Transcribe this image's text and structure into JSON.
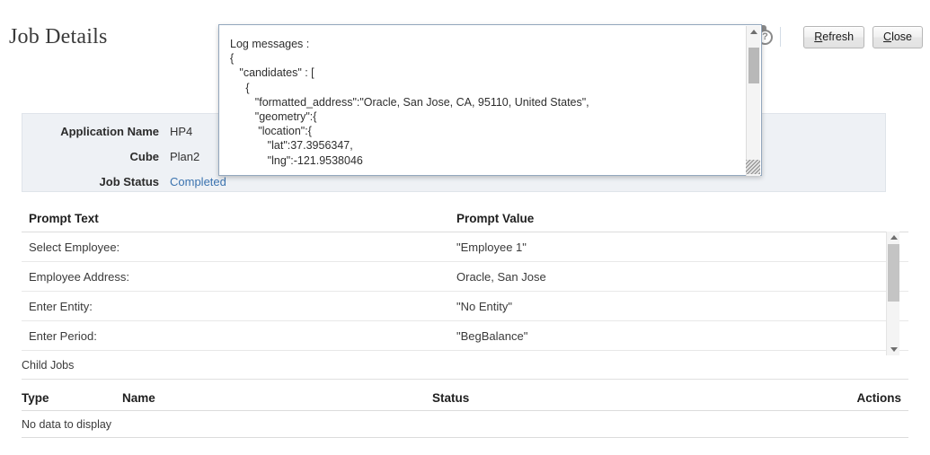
{
  "page": {
    "title": "Job Details"
  },
  "toolbar": {
    "refresh_label": "Refresh",
    "refresh_mnemonic": "R",
    "refresh_rest": "efresh",
    "close_label": "Close",
    "close_mnemonic": "C",
    "close_rest": "lose",
    "help_glyph": "?"
  },
  "info": {
    "rows": [
      {
        "label": "Application Name",
        "value": "HP4",
        "is_link": false
      },
      {
        "label": "Cube",
        "value": "Plan2",
        "is_link": false
      },
      {
        "label": "Job Status",
        "value": "Completed",
        "is_link": true
      }
    ]
  },
  "prompt_table": {
    "columns": [
      "Prompt Text",
      "Prompt Value"
    ],
    "rows": [
      {
        "text": "Select Employee:",
        "value": "\"Employee 1\""
      },
      {
        "text": "Employee Address:",
        "value": "Oracle, San Jose"
      },
      {
        "text": "Enter Entity:",
        "value": "\"No Entity\""
      },
      {
        "text": "Enter Period:",
        "value": "\"BegBalance\""
      }
    ]
  },
  "child_jobs": {
    "section_label": "Child Jobs",
    "columns": [
      "Type",
      "Name",
      "Status",
      "Actions"
    ],
    "empty_message": "No data to display"
  },
  "log_popup": {
    "heading": "Log messages :",
    "body": "{\n   \"candidates\" : [\n     {\n        \"formatted_address\":\"Oracle, San Jose, CA, 95110, United States\",\n        \"geometry\":{\n         \"location\":{\n            \"lat\":37.3956347,\n            \"lng\":-121.9538046"
  },
  "colors": {
    "link": "#3b73af",
    "panel_bg": "#eef1f5",
    "popup_border": "#93a7bd"
  }
}
